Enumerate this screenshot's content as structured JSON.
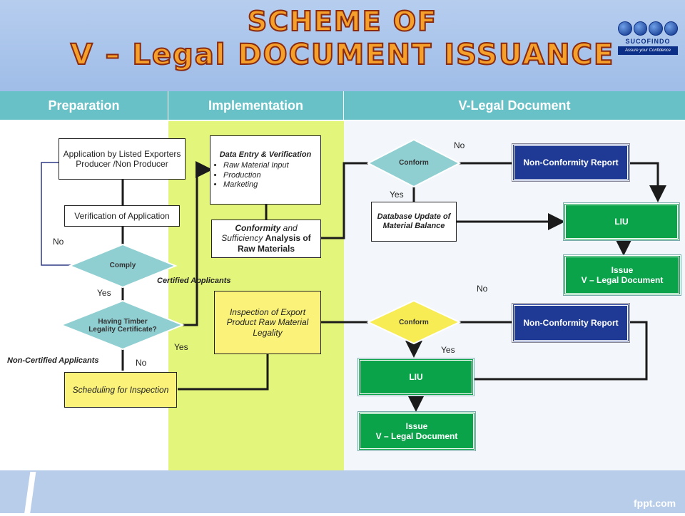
{
  "title": {
    "line1": "SCHEME OF",
    "line2": "V – Legal DOCUMENT ISSUANCE"
  },
  "logo": {
    "name": "SUCOFINDO",
    "tagline": "Assure your Confidence"
  },
  "columns": {
    "preparation": "Preparation",
    "implementation": "Implementation",
    "vlegal": "V-Legal Document"
  },
  "nodes": {
    "application": "Application by Listed Exporters Producer /Non Producer",
    "verification": "Verification of Application",
    "comply": "Comply",
    "timber": "Having Timber Legality Certificate?",
    "scheduling": "Scheduling for Inspection",
    "data_entry_title": "Data  Entry & Verification",
    "data_entry_items": [
      "Raw Material Input",
      "Production",
      "Marketing"
    ],
    "conformity_pre": "Conformity",
    "conformity_mid": " and Sufficiency ",
    "conformity_post": "Analysis of Raw Materials",
    "inspection": "Inspection of Export Product Raw Material Legality",
    "conform_top": "Conform",
    "conform_bottom": "Conform",
    "database_update": "Database Update of Material Balance",
    "ncr_top": "Non-Conformity Report",
    "ncr_bottom": "Non-Conformity Report",
    "liu_top": "LIU",
    "liu_bottom": "LIU",
    "issue_top": "Issue\nV – Legal  Document",
    "issue_bottom": "Issue\nV – Legal  Document"
  },
  "labels": {
    "no_left": "No",
    "yes_comply": "Yes",
    "certified": "Certified Applicants",
    "non_certified": "Non-Certified Applicants",
    "no_timber": "No",
    "yes_timber": "Yes",
    "no_conform_top": "No",
    "yes_conform_top": "Yes",
    "no_conform_bottom": "No",
    "yes_conform_bottom": "Yes"
  },
  "footer": {
    "brand": "fppt.com"
  },
  "colors": {
    "header": "#68c1c6",
    "implementation_bg": "#e3f57a",
    "green": "#0aa34a",
    "navy": "#1f3a94",
    "diamond": "#8fcfd2",
    "title_orange": "#f4a02a"
  }
}
